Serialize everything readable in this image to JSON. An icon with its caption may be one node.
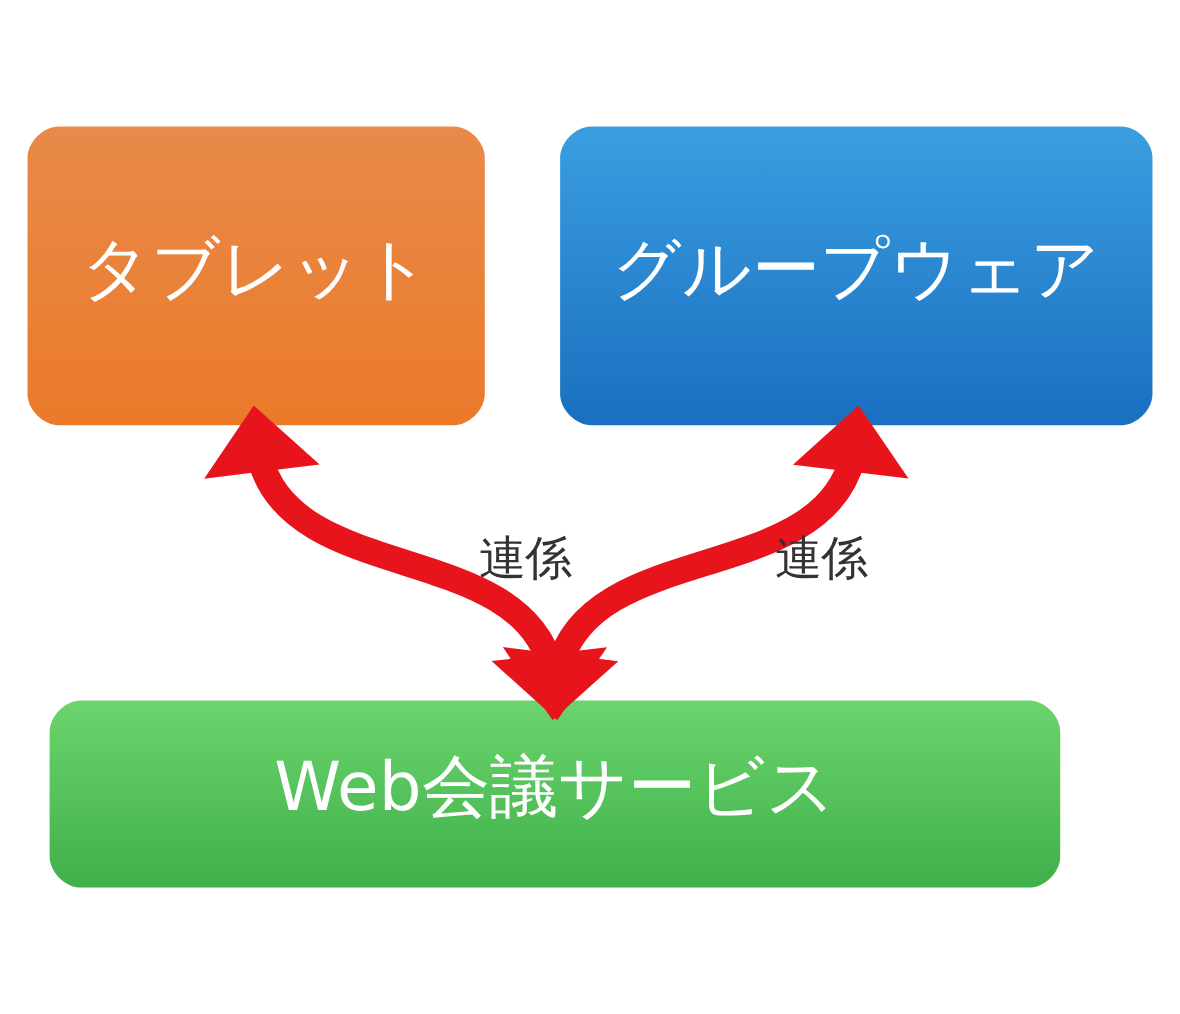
{
  "diagram": {
    "nodes": [
      {
        "text": [
          "タブレット"
        ]
      },
      {
        "text": [
          "グループウェア"
        ]
      },
      {
        "text": [
          "Web会議サービス"
        ]
      }
    ],
    "edges": [
      {
        "from": 0,
        "to": 2,
        "arrow": "both",
        "label": "連係"
      },
      {
        "from": 1,
        "to": 2,
        "arrow": "both",
        "label": "連係"
      }
    ]
  }
}
